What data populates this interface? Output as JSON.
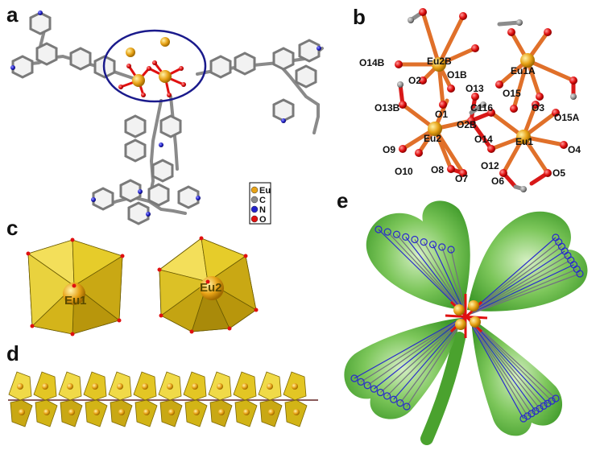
{
  "panels": {
    "a": {
      "label": "a"
    },
    "b": {
      "label": "b"
    },
    "c": {
      "label": "c"
    },
    "d": {
      "label": "d"
    },
    "e": {
      "label": "e"
    }
  },
  "legend": {
    "items": [
      {
        "symbol": "Eu",
        "color": "#e8a317"
      },
      {
        "symbol": "C",
        "color": "#8c8c8c"
      },
      {
        "symbol": "N",
        "color": "#2222cc"
      },
      {
        "symbol": "O",
        "color": "#e01010"
      }
    ]
  },
  "atom_labels": [
    {
      "text": "Eu2B"
    },
    {
      "text": "Eu1A"
    },
    {
      "text": "O14B"
    },
    {
      "text": "O1B"
    },
    {
      "text": "O2"
    },
    {
      "text": "O13"
    },
    {
      "text": "O15"
    },
    {
      "text": "O3"
    },
    {
      "text": "O13B"
    },
    {
      "text": "C116"
    },
    {
      "text": "O1"
    },
    {
      "text": "O15A"
    },
    {
      "text": "O2B"
    },
    {
      "text": "Eu2"
    },
    {
      "text": "O14"
    },
    {
      "text": "Eu1"
    },
    {
      "text": "O9"
    },
    {
      "text": "O4"
    },
    {
      "text": "O10"
    },
    {
      "text": "O8"
    },
    {
      "text": "O7"
    },
    {
      "text": "O12"
    },
    {
      "text": "O5"
    },
    {
      "text": "O6"
    }
  ],
  "polyhedra": {
    "left": {
      "label": "Eu1"
    },
    "right": {
      "label": "Eu2"
    }
  },
  "colors": {
    "eu": "#e8a317",
    "carbon": "#8c8c8c",
    "nitrogen": "#2222cc",
    "oxygen": "#e01010",
    "polyhedron": "#e6cc2a",
    "leaf": "#5cb83a",
    "ellipse": "#1a1a8c"
  }
}
